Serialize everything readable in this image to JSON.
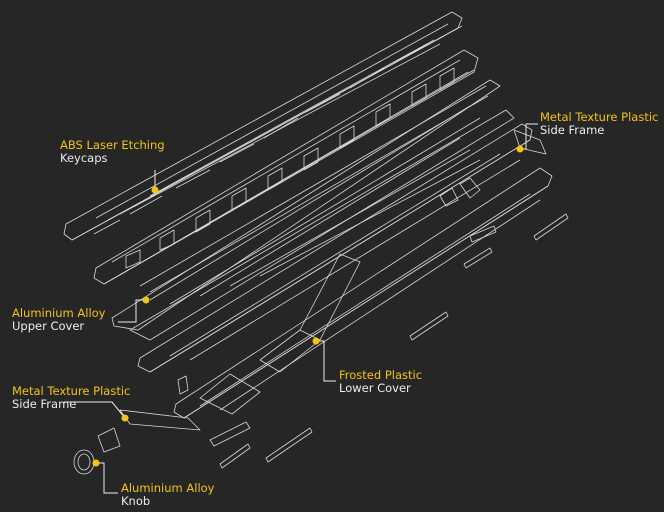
{
  "colors": {
    "background": "#262626",
    "line_art": "#d8d8d8",
    "accent": "#f2c418",
    "label": "#ececec"
  },
  "callouts": {
    "keycaps": {
      "material": "ABS Laser Etching",
      "part": "Keycaps"
    },
    "upper_cover": {
      "material": "Aluminium Alloy",
      "part": "Upper Cover"
    },
    "side_frame_right": {
      "material": "Metal Texture Plastic",
      "part": "Side Frame"
    },
    "lower_cover": {
      "material": "Frosted Plastic",
      "part": "Lower Cover"
    },
    "side_frame_left": {
      "material": "Metal Texture Plastic",
      "part": "Side Frame"
    },
    "knob": {
      "material": "Aluminium Alloy",
      "part": "Knob"
    }
  }
}
